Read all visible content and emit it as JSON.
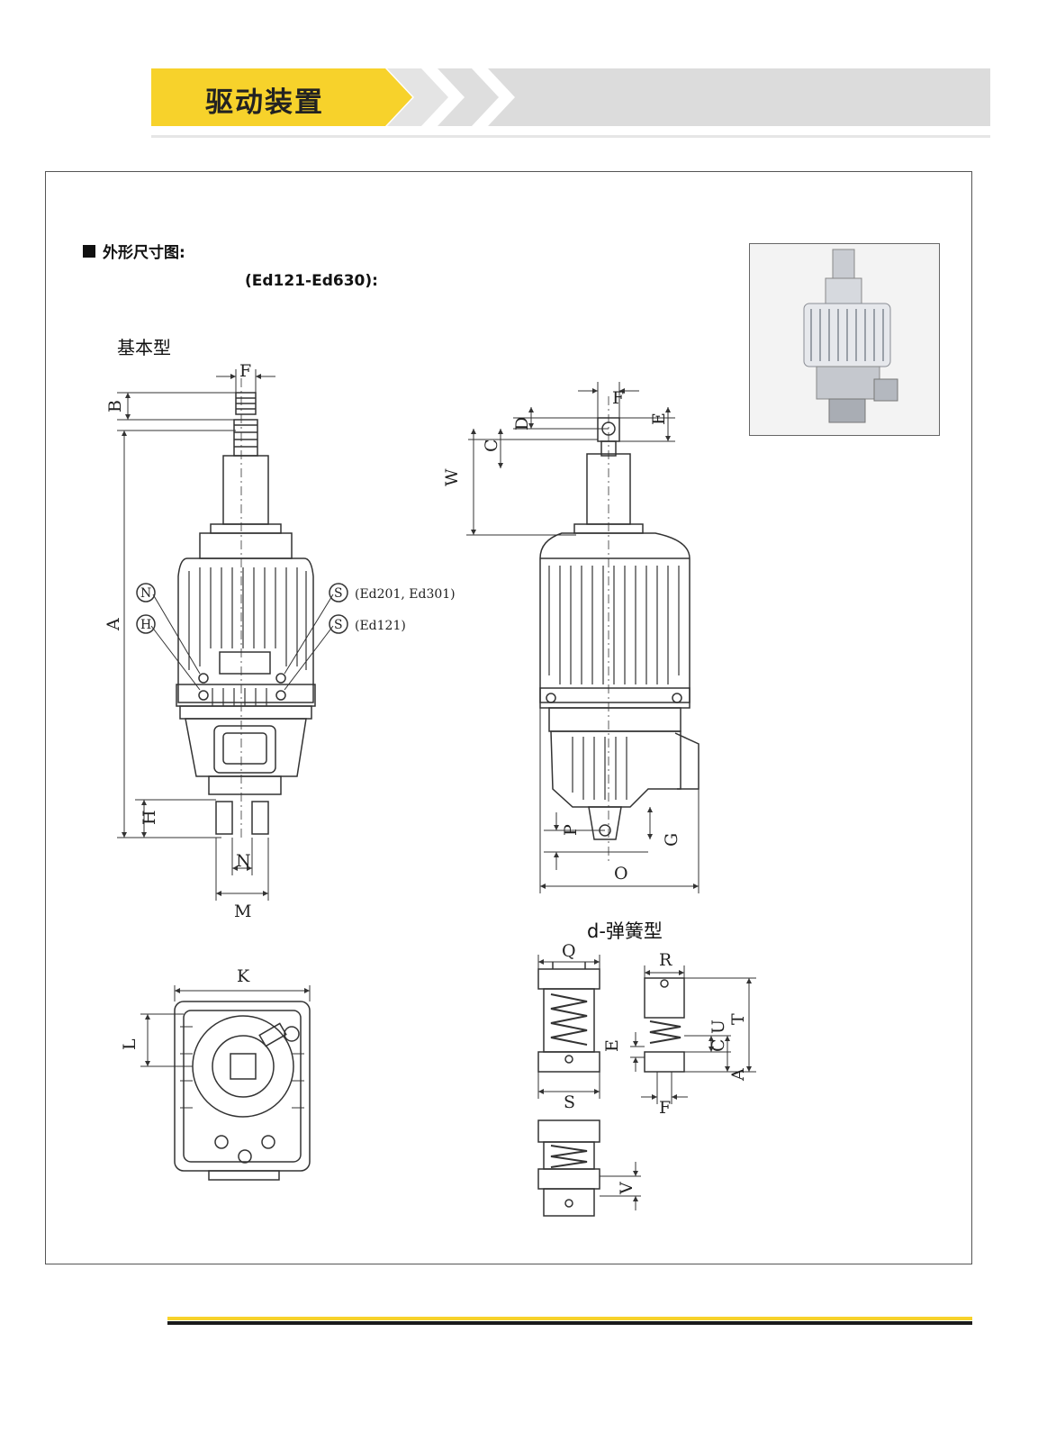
{
  "banner": {
    "title": "驱动装置",
    "accent_color": "#f7d22b",
    "chevron_color": "#dcdcdc"
  },
  "section": {
    "heading": "外形尺寸图:",
    "models": "(Ed121-Ed630):",
    "basic_type": "基本型",
    "spring_type": "d-弹簧型"
  },
  "front_view": {
    "dims": [
      "F",
      "B",
      "A",
      "H",
      "N",
      "M"
    ],
    "callouts": [
      "N",
      "H",
      "S",
      "S"
    ],
    "callout_notes": [
      "(Ed201, Ed301)",
      "(Ed121)"
    ]
  },
  "side_view": {
    "dims": [
      "F",
      "D",
      "E",
      "C",
      "W",
      "P",
      "G",
      "O"
    ]
  },
  "bottom_view": {
    "dims": [
      "K",
      "L"
    ]
  },
  "spring_view": {
    "dims": [
      "Q",
      "R",
      "E",
      "T",
      "C",
      "U",
      "A",
      "S",
      "F",
      "V"
    ]
  },
  "photo": {
    "icon": "thruster-photo"
  }
}
